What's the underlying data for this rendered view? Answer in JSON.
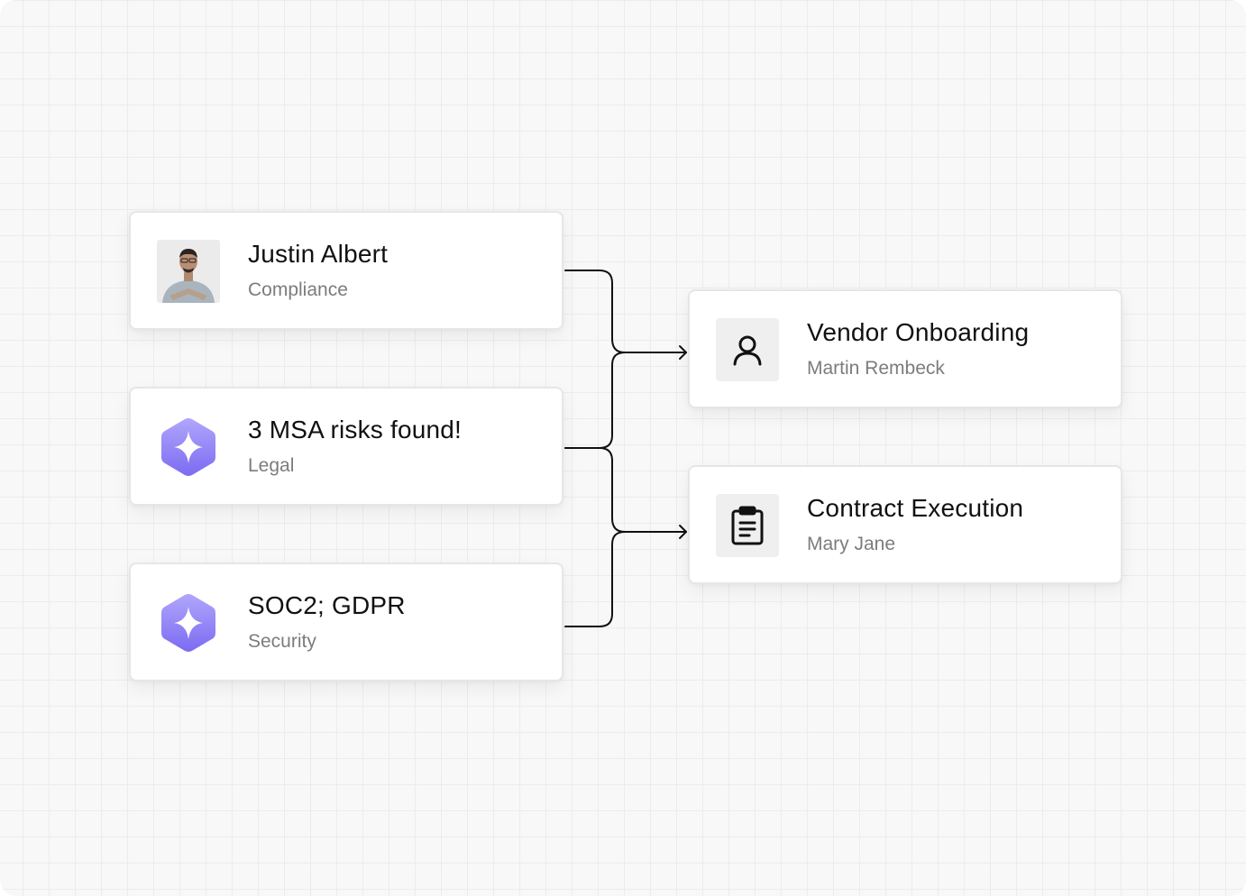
{
  "sources": [
    {
      "title": "Justin Albert",
      "subtitle": "Compliance",
      "icon": "avatar-photo"
    },
    {
      "title": "3 MSA risks found!",
      "subtitle": "Legal",
      "icon": "sparkle-hexagon-icon"
    },
    {
      "title": "SOC2; GDPR",
      "subtitle": "Security",
      "icon": "sparkle-hexagon-icon"
    }
  ],
  "targets": [
    {
      "title": "Vendor Onboarding",
      "subtitle": "Martin Rembeck",
      "icon": "user-icon"
    },
    {
      "title": "Contract Execution",
      "subtitle": "Mary Jane",
      "icon": "clipboard-icon"
    }
  ],
  "connections": [
    {
      "from": "Justin Albert",
      "to": "Vendor Onboarding"
    },
    {
      "from": "3 MSA risks found!",
      "to": "Vendor Onboarding"
    },
    {
      "from": "3 MSA risks found!",
      "to": "Contract Execution"
    },
    {
      "from": "SOC2; GDPR",
      "to": "Contract Execution"
    }
  ],
  "colors": {
    "canvas": "#f8f8f8",
    "grid": "#ececec",
    "card_border": "#e6e6e6",
    "title": "#111111",
    "subtitle": "#7c7c7c",
    "accent_purple": "#8b7cf6",
    "icon_box": "#efefef",
    "connector": "#111111"
  }
}
